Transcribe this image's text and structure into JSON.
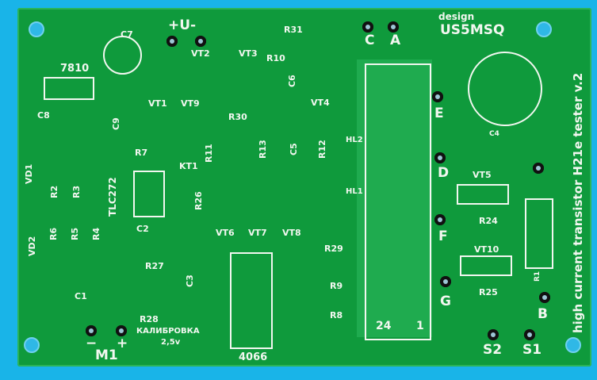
{
  "board": {
    "header": {
      "design": "design",
      "author": "US5MSQ",
      "title": "high current transistor H21e tester v.2"
    },
    "labels": {
      "C": "C",
      "A": "A",
      "U": "+U-",
      "R31": "R31",
      "R10": "R10",
      "C7": "C7",
      "VT2": "VT2",
      "VT3": "VT3",
      "C6": "C6",
      "VT4": "VT4",
      "reg": "7810",
      "C8": "C8",
      "C9": "C9",
      "VT1": "VT1",
      "VT9": "VT9",
      "R30": "R30",
      "R11": "R11",
      "R13": "R13",
      "C5": "C5",
      "R12": "R12",
      "R7": "R7",
      "KT1": "KT1",
      "TLC": "TLC272",
      "VD1": "VD1",
      "R2": "R2",
      "R3": "R3",
      "R26": "R26",
      "VT6": "VT6",
      "VT7": "VT7",
      "VT8": "VT8",
      "HL2": "HL2",
      "HL1": "HL1",
      "VD2": "VD2",
      "R6": "R6",
      "R5": "R5",
      "R4": "R4",
      "C2": "C2",
      "R27": "R27",
      "C3": "C3",
      "R28": "R28",
      "C1": "C1",
      "calib": "КАЛИБРОВКА",
      "calib_v": "2,5v",
      "M1": "M1",
      "M1_minus": "−",
      "M1_plus": "+",
      "ic": "4066",
      "R29": "R29",
      "R9": "R9",
      "R8": "R8",
      "pin24": "24",
      "pin1": "1",
      "E": "E",
      "C4": "C4",
      "D": "D",
      "VT5": "VT5",
      "F": "F",
      "R24": "R24",
      "VT10": "VT10",
      "G": "G",
      "R25": "R25",
      "R1": "R1",
      "B": "B",
      "S2": "S2",
      "S1": "S1"
    }
  },
  "colors": {
    "board": "#0f9a3c",
    "background": "#19b4e8",
    "silkscreen": "#f2f7f0"
  }
}
